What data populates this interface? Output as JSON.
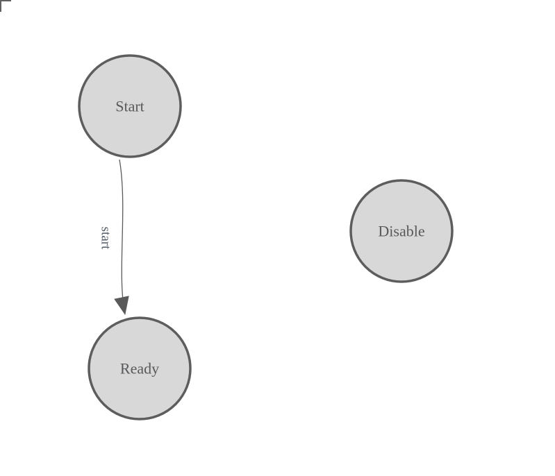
{
  "colors": {
    "background": "#ffffff",
    "node_fill": "#d8d8d8",
    "node_stroke": "#5d5d5d",
    "node_text": "#58595b",
    "edge_stroke": "#5a5a5a",
    "edge_label_text": "#4f5a66",
    "corner_mark": "#606060"
  },
  "diagram": {
    "type": "finite-state-machine",
    "nodes": [
      {
        "id": "start",
        "label": "Start"
      },
      {
        "id": "ready",
        "label": "Ready"
      },
      {
        "id": "disable",
        "label": "Disable"
      }
    ],
    "edges": [
      {
        "from": "start",
        "to": "ready",
        "label": "start"
      }
    ]
  }
}
